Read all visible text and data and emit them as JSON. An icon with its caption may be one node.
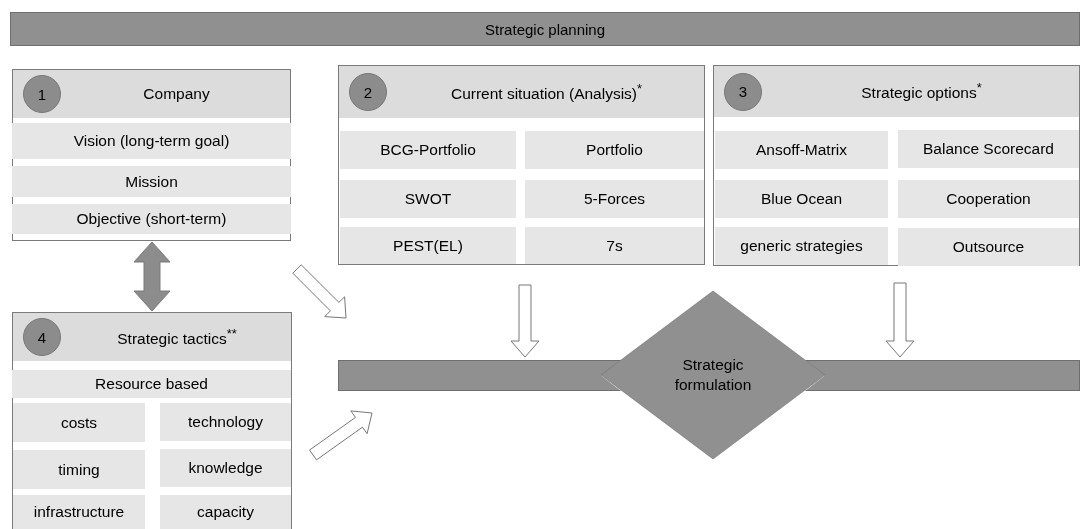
{
  "diagram": {
    "nodes": [
      {
        "text": [
          "Strategic planning"
        ]
      },
      {
        "text": [
          "1",
          "Company"
        ]
      },
      {
        "text": [
          "Vision (long-term goal)"
        ],
        "in": 1
      },
      {
        "text": [
          "Mission"
        ],
        "in": 1
      },
      {
        "text": [
          "Objective (short-term)"
        ],
        "in": 1
      },
      {
        "text": [
          "2",
          "Current situation (Analysis)$^{*}$"
        ]
      },
      {
        "text": [
          "BCG-Portfolio"
        ],
        "in": 5
      },
      {
        "text": [
          "Portfolio"
        ],
        "in": 5
      },
      {
        "text": [
          "SWOT"
        ],
        "in": 5
      },
      {
        "text": [
          "5-Forces"
        ],
        "in": 5
      },
      {
        "text": [
          "PEST(EL)"
        ],
        "in": 5
      },
      {
        "text": [
          "7s"
        ],
        "in": 5
      },
      {
        "text": [
          "3",
          "Strategic options$^{*}$"
        ]
      },
      {
        "text": [
          "Ansoff-Matrix"
        ],
        "in": 12
      },
      {
        "text": [
          "Balance Scorecard"
        ],
        "in": 12
      },
      {
        "text": [
          "Blue Ocean"
        ],
        "in": 12
      },
      {
        "text": [
          "Cooperation"
        ],
        "in": 12
      },
      {
        "text": [
          "generic strategies"
        ],
        "in": 12
      },
      {
        "text": [
          "Outsource"
        ],
        "in": 12
      },
      {
        "text": [
          "4",
          "Strategic tactics$^{**}$"
        ]
      },
      {
        "text": [
          "Resource based"
        ],
        "in": 19
      },
      {
        "text": [
          "costs"
        ],
        "in": 19
      },
      {
        "text": [
          "technology"
        ],
        "in": 19
      },
      {
        "text": [
          "timing"
        ],
        "in": 19
      },
      {
        "text": [
          "knowledge"
        ],
        "in": 19
      },
      {
        "text": [
          "infrastructure"
        ],
        "in": 19
      },
      {
        "text": [
          "capacity"
        ],
        "in": 19
      },
      {
        "text": [],
        "shape": "bar"
      },
      {
        "text": [],
        "shape": "bar"
      },
      {
        "text": [
          "Strategic formulation"
        ]
      }
    ],
    "edges": [
      {
        "from": 1,
        "to": 19,
        "arrow": "both",
        "style": "thick",
        "color": "#8c8c8c"
      },
      {
        "from": 1,
        "to": 27,
        "arrow": "to"
      },
      {
        "from": 5,
        "to": 27,
        "arrow": "to"
      },
      {
        "from": 12,
        "to": 28,
        "arrow": "to"
      },
      {
        "from": 19,
        "to": 27,
        "arrow": "to"
      }
    ]
  }
}
